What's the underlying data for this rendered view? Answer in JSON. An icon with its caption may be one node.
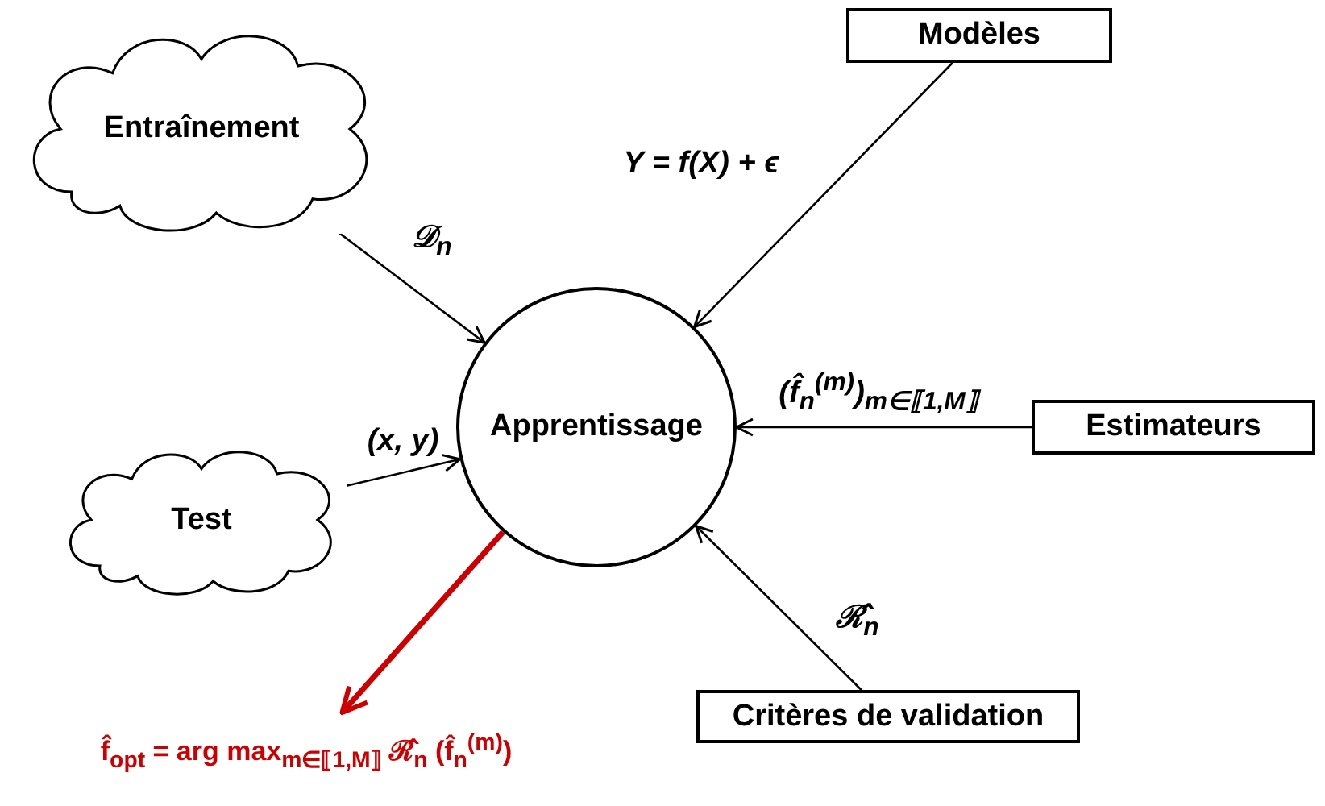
{
  "diagram": {
    "nodes": [
      {
        "text": [
          "Entraînement"
        ]
      },
      {
        "text": [
          "Modèles"
        ]
      },
      {
        "text": [
          "Apprentissage"
        ]
      },
      {
        "text": [
          "Test"
        ]
      },
      {
        "text": [
          "Estimateurs"
        ]
      },
      {
        "text": [
          "Critères de validation"
        ]
      },
      {
        "text": [
          "f̂$_{opt}$ = arg max$_{m∈⟦1,M⟧}$ ℛ̂$_{n}$ (f̂$_{n}$$^{(m)}$)"
        ]
      }
    ],
    "edges": [
      {
        "from": 0,
        "to": 2,
        "arrow": "to",
        "label": "𝒟$_{n}$"
      },
      {
        "from": 1,
        "to": 2,
        "arrow": "to",
        "label": "Y = f(X) + ϵ"
      },
      {
        "from": 3,
        "to": 2,
        "arrow": "to",
        "label": "(x, y)"
      },
      {
        "from": 4,
        "to": 2,
        "arrow": "to",
        "label": "(f̂$_{n}$$^{(m)}$)$_{m∈⟦1,M⟧}$"
      },
      {
        "from": 5,
        "to": 2,
        "arrow": "to",
        "label": "ℛ̂$_{n}$"
      },
      {
        "from": 2,
        "to": 6,
        "arrow": "to",
        "style": "thick",
        "color": "#cc0000"
      }
    ]
  }
}
